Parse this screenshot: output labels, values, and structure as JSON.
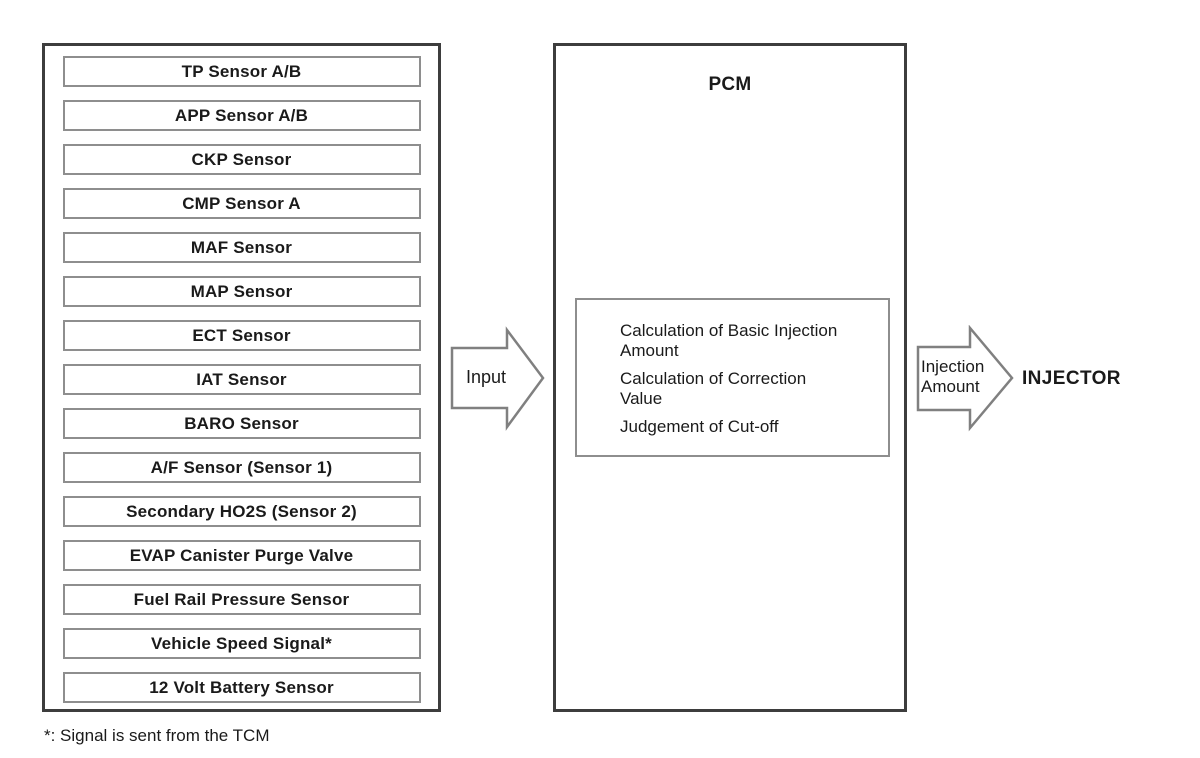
{
  "sensors": [
    "TP Sensor A/B",
    "APP Sensor A/B",
    "CKP Sensor",
    "CMP Sensor A",
    "MAF Sensor",
    "MAP Sensor",
    "ECT Sensor",
    "IAT Sensor",
    "BARO Sensor",
    "A/F Sensor (Sensor 1)",
    "Secondary HO2S (Sensor 2)",
    "EVAP Canister Purge Valve",
    "Fuel Rail Pressure Sensor",
    "Vehicle Speed Signal*",
    "12 Volt Battery Sensor"
  ],
  "input_arrow": {
    "label": "Input"
  },
  "pcm": {
    "title": "PCM",
    "functions": [
      "Calculation of Basic Injection Amount",
      "Calculation of Correction Value",
      "Judgement of Cut-off"
    ]
  },
  "output_arrow": {
    "label_line1": "Injection",
    "label_line2": "Amount"
  },
  "injector": {
    "label": "INJECTOR"
  },
  "footnote": "*: Signal is sent from the TCM",
  "colors": {
    "outer_border": "#3d3d3d",
    "inner_border": "#8e8e8e",
    "arrow_stroke": "#808080",
    "text": "#1a1a1a",
    "background": "#ffffff"
  }
}
